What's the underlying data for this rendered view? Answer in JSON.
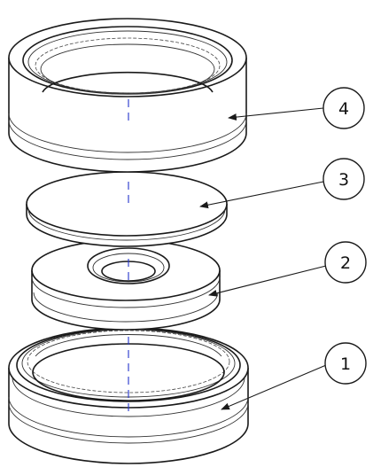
{
  "balloons": [
    {
      "id": "part-4",
      "label": "4"
    },
    {
      "id": "part-3",
      "label": "3"
    },
    {
      "id": "part-2",
      "label": "2"
    },
    {
      "id": "part-1",
      "label": "1"
    }
  ],
  "colors": {
    "axis": "#2233cc",
    "line": "#1a1a1a",
    "background": "#ffffff"
  }
}
